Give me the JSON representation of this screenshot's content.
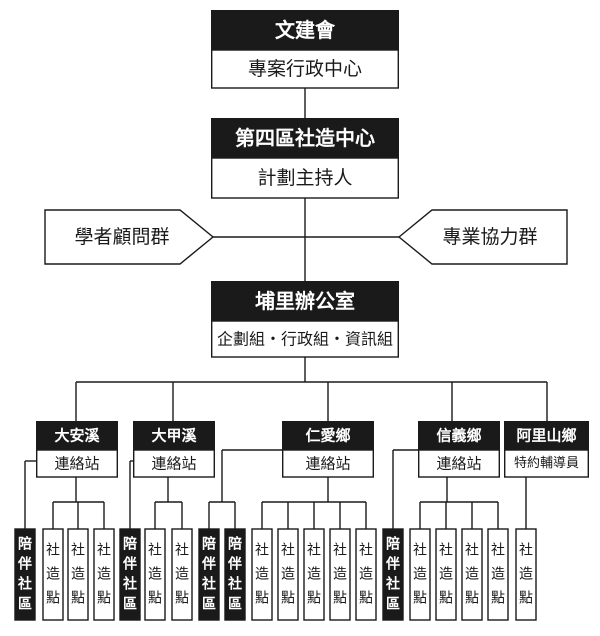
{
  "top": {
    "title": "文建會",
    "subtitle": "專案行政中心"
  },
  "center": {
    "title": "第四區社造中心",
    "subtitle": "計劃主持人"
  },
  "advisors": {
    "left": "學者顧問群",
    "right": "專業協力群"
  },
  "office": {
    "title": "埔里辦公室",
    "subtitle": "企劃組・行政組・資訊組"
  },
  "stations": [
    {
      "title": "大安溪",
      "subtitle": "連絡站"
    },
    {
      "title": "大甲溪",
      "subtitle": "連絡站"
    },
    {
      "title": "仁愛鄉",
      "subtitle": "連絡站"
    },
    {
      "title": "信義鄉",
      "subtitle": "連絡站"
    },
    {
      "title": "阿里山鄉",
      "subtitle": "特約輔導員"
    }
  ],
  "leaves": {
    "companion": "陪伴社區",
    "point": "社造點"
  },
  "colors": {
    "dark": "#1a1a1a",
    "light": "#ffffff",
    "line": "#1a1a1a"
  }
}
